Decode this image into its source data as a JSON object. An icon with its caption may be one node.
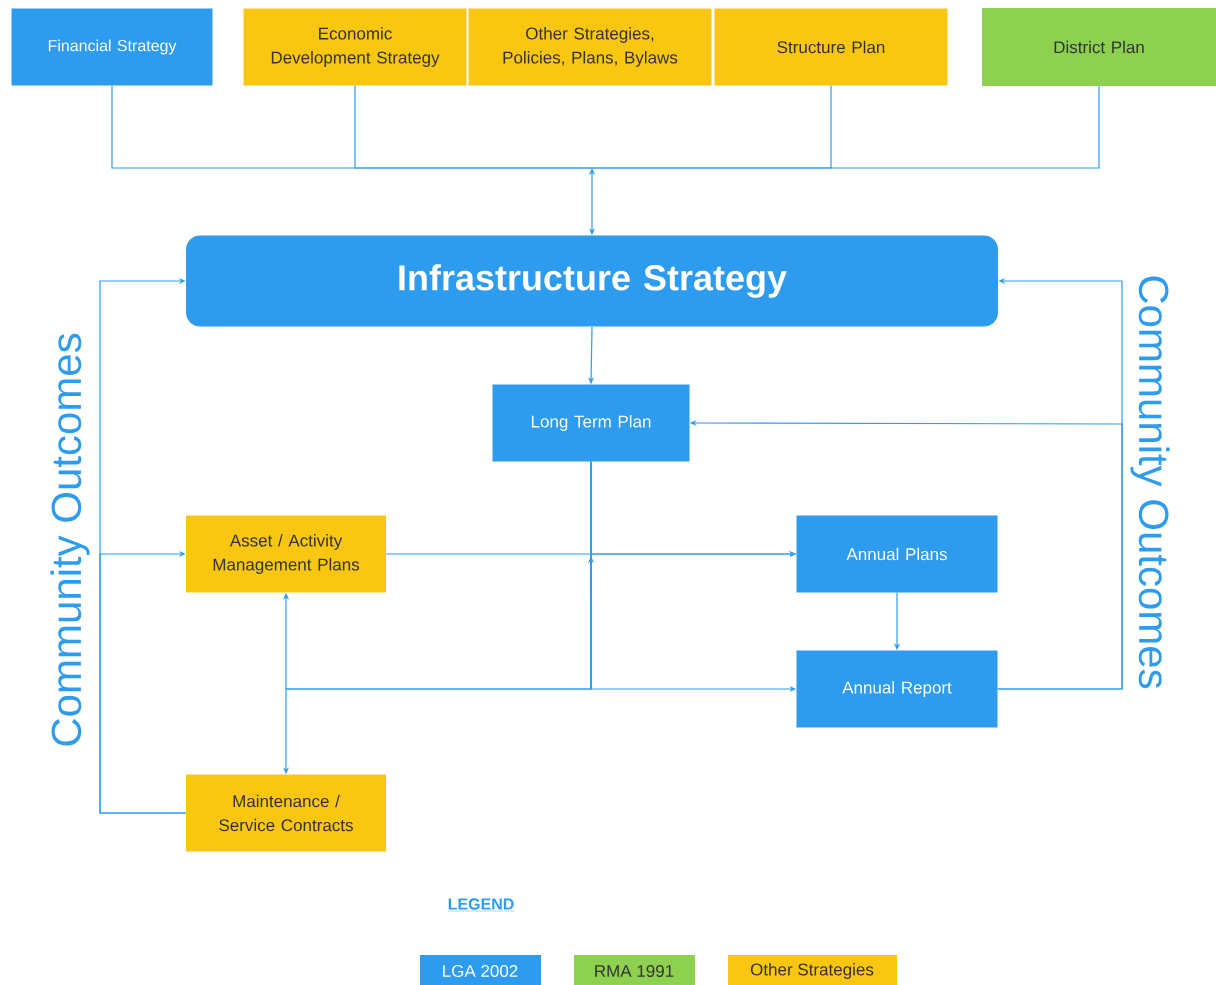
{
  "diagram": {
    "nodes": [
      {
        "text": [
          "Financial Strategy"
        ]
      },
      {
        "text": [
          "Economic Development Strategy"
        ]
      },
      {
        "text": [
          "Other Strategies, Policies, Plans, Bylaws"
        ]
      },
      {
        "text": [
          "Structure Plan"
        ]
      },
      {
        "text": [
          "District Plan"
        ]
      },
      {
        "text": [
          "Infrastructure Strategy"
        ]
      },
      {
        "text": [
          "Long Term Plan"
        ]
      },
      {
        "text": [
          "Asset / Activity Management Plans"
        ]
      },
      {
        "text": [
          "Annual Plans"
        ]
      },
      {
        "text": [
          "Annual Report"
        ]
      },
      {
        "text": [
          "Maintenance / Service Contracts"
        ]
      }
    ],
    "edges": [
      {
        "from": 0,
        "to": 5,
        "arrow": "to"
      },
      {
        "from": 1,
        "to": 5,
        "arrow": "to"
      },
      {
        "from": 3,
        "to": 5,
        "arrow": "to"
      },
      {
        "from": 4,
        "to": 5,
        "arrow": "to"
      },
      {
        "from": 5,
        "to": 6,
        "arrow": "to"
      },
      {
        "from": 9,
        "to": 5,
        "arrow": "to",
        "label": "Community Outcomes"
      },
      {
        "from": 9,
        "to": 6,
        "arrow": "to"
      },
      {
        "from": 10,
        "to": 5,
        "arrow": "to",
        "label": "Community Outcomes"
      },
      {
        "from": 10,
        "to": 7,
        "arrow": "to"
      },
      {
        "from": 7,
        "to": 8,
        "arrow": "to"
      },
      {
        "from": 8,
        "to": 9,
        "arrow": "to"
      },
      {
        "from": 6,
        "to": 9,
        "arrow": "to"
      },
      {
        "from": 6,
        "to": 7,
        "arrow": "to"
      },
      {
        "from": 6,
        "to": 10,
        "arrow": "to"
      },
      {
        "from": 6,
        "to": 8,
        "arrow": "to"
      }
    ],
    "labels": [
      "LEGEND"
    ],
    "legend": [
      {
        "text": "LGA 2002",
        "color": "#2e9cee"
      },
      {
        "text": "RMA 1991",
        "color": "#8dd14f"
      },
      {
        "text": "Other Strategies",
        "color": "#f9c612"
      }
    ]
  }
}
